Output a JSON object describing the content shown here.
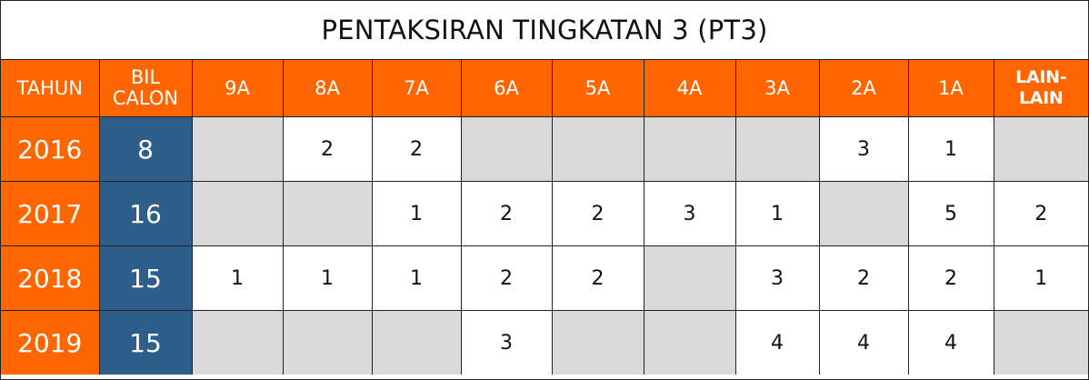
{
  "title": "PENTAKSIRAN TINGKATAN 3 (PT3)",
  "colors": {
    "header": "#ff6600",
    "candidates": "#2f5e8a",
    "empty": "#d9d9d9"
  },
  "headers": {
    "year": "TAHUN",
    "candidates_line1": "BIL",
    "candidates_line2": "CALON",
    "grades": [
      "9A",
      "8A",
      "7A",
      "6A",
      "5A",
      "4A",
      "3A",
      "2A",
      "1A",
      "LAIN-LAIN"
    ]
  },
  "rows": [
    {
      "year": "2016",
      "candidates": "8",
      "cells": [
        "",
        "2",
        "2",
        "",
        "",
        "",
        "",
        "3",
        "1",
        ""
      ]
    },
    {
      "year": "2017",
      "candidates": "16",
      "cells": [
        "",
        "",
        "1",
        "2",
        "2",
        "3",
        "1",
        "",
        "5",
        "2"
      ]
    },
    {
      "year": "2018",
      "candidates": "15",
      "cells": [
        "1",
        "1",
        "1",
        "2",
        "2",
        "",
        "3",
        "2",
        "2",
        "1"
      ]
    },
    {
      "year": "2019",
      "candidates": "15",
      "cells": [
        "",
        "",
        "",
        "3",
        "",
        "",
        "4",
        "4",
        "4",
        ""
      ]
    }
  ]
}
